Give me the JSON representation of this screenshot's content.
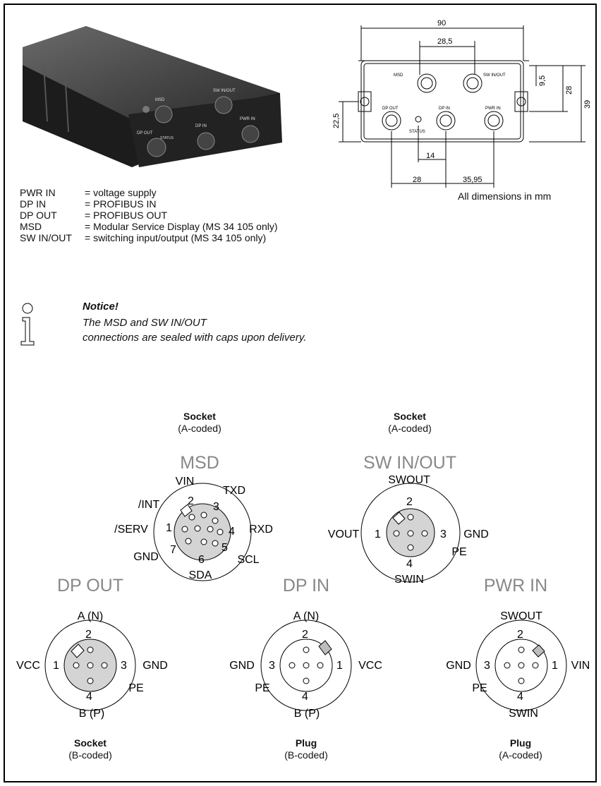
{
  "device_photo": {
    "labels": [
      "MSD",
      "SW IN/OUT",
      "DP OUT",
      "DP IN",
      "PWR IN",
      "STATUS"
    ]
  },
  "drawing": {
    "dim_width": "90",
    "dim_28_5": "28,5",
    "dim_9_5": "9,5",
    "dim_28": "28",
    "dim_39": "39",
    "dim_22_5": "22,5",
    "dim_14": "14",
    "dim_28b": "28",
    "dim_35_95": "35,95",
    "lbl_msd": "MSD",
    "lbl_swinout": "SW IN/OUT",
    "lbl_dpout": "DP OUT",
    "lbl_dpin": "DP IN",
    "lbl_pwrin": "PWR IN",
    "lbl_status": "STATUS"
  },
  "dims_note": "All dimensions in mm",
  "legend": [
    {
      "key": "PWR IN",
      "value": "= voltage supply"
    },
    {
      "key": "DP IN",
      "value": "= PROFIBUS IN"
    },
    {
      "key": "DP OUT",
      "value": "= PROFIBUS OUT"
    },
    {
      "key": "MSD",
      "value": "= Modular Service Display (MS 34 105 only)"
    },
    {
      "key": "SW IN/OUT",
      "value": "= switching input/output (MS 34 105 only)"
    }
  ],
  "notice": {
    "title": "Notice!",
    "line1": "The MSD and SW IN/OUT",
    "line2": "connections are sealed with caps upon delivery."
  },
  "connectors": {
    "msd": {
      "type": "Socket",
      "coding": "(A-coded)",
      "title": "MSD",
      "pins": {
        "p1": "1",
        "p2": "2",
        "p3": "3",
        "p4": "4",
        "p5": "5",
        "p6": "6",
        "p7": "7"
      },
      "signals": {
        "vin": "VIN",
        "txd": "TXD",
        "int": "/INT",
        "serv": "/SERV",
        "rxd": "RXD",
        "gnd": "GND",
        "scl": "SCL",
        "sda": "SDA"
      }
    },
    "swinout": {
      "type": "Socket",
      "coding": "(A-coded)",
      "title": "SW IN/OUT",
      "pins": {
        "p1": "1",
        "p2": "2",
        "p3": "3",
        "p4": "4"
      },
      "signals": {
        "swout": "SWOUT",
        "vout": "VOUT",
        "gnd": "GND",
        "pe": "PE",
        "swin": "SWIN"
      }
    },
    "dpout": {
      "type": "Socket",
      "coding": "(B-coded)",
      "title": "DP OUT",
      "pins": {
        "p1": "1",
        "p2": "2",
        "p3": "3",
        "p4": "4"
      },
      "signals": {
        "an": "A (N)",
        "vcc": "VCC",
        "gnd": "GND",
        "pe": "PE",
        "bp": "B (P)"
      }
    },
    "dpin": {
      "type": "Plug",
      "coding": "(B-coded)",
      "title": "DP IN",
      "pins": {
        "p1": "1",
        "p2": "2",
        "p3": "3",
        "p4": "4"
      },
      "signals": {
        "an": "A (N)",
        "gnd": "GND",
        "vcc": "VCC",
        "pe": "PE",
        "bp": "B (P)"
      }
    },
    "pwrin": {
      "type": "Plug",
      "coding": "(A-coded)",
      "title": "PWR IN",
      "pins": {
        "p1": "1",
        "p2": "2",
        "p3": "3",
        "p4": "4"
      },
      "signals": {
        "swout": "SWOUT",
        "gnd": "GND",
        "vin": "VIN",
        "pe": "PE",
        "swin": "SWIN"
      }
    }
  }
}
